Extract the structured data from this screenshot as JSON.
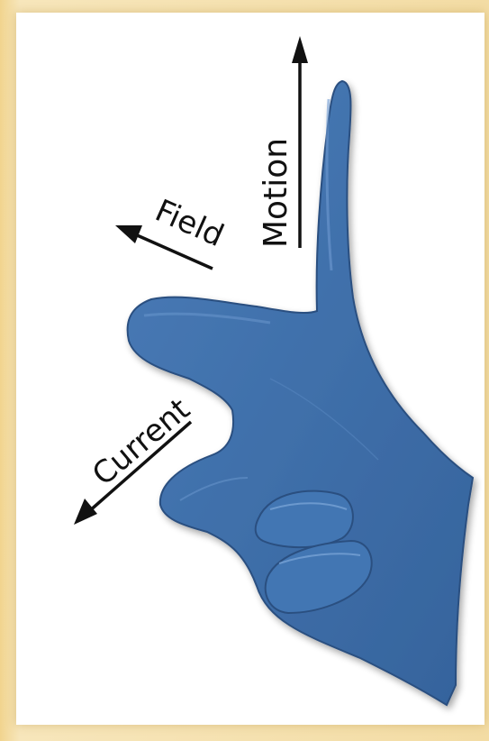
{
  "diagram": {
    "labels": {
      "motion": "Motion",
      "field": "Field",
      "current": "Current"
    },
    "icon": "left-hand-rule",
    "colors": {
      "hand": "#3d6ea8",
      "hand_dark": "#2a4f80",
      "hand_highlight": "#6e9ad0",
      "background": "#f3dca0",
      "card": "#ffffff",
      "arrow": "#111111"
    }
  }
}
